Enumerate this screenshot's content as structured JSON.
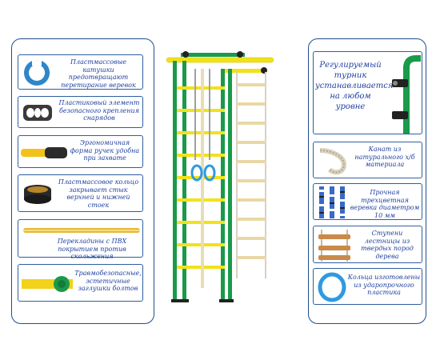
{
  "left_features": [
    {
      "icon": "blue-reel-icon",
      "text": "Пластмассовые катушки предотвращают перетирание веревок"
    },
    {
      "icon": "plastic-element-icon",
      "text": "Пластиковый элемент безопасного крепления снарядов"
    },
    {
      "icon": "handle-icon",
      "text": "Эргономичная форма ручек удобна при захвате"
    },
    {
      "icon": "plastic-ring-icon",
      "text": "Пластмассовое кольцо закрывает стык верхней и нижней стоек"
    },
    {
      "icon": "crossbar-icon",
      "text": "Перекладины с ПВХ покрытием против скольжения"
    },
    {
      "icon": "bolt-cap-icon",
      "text": "Травмобезопасные, эстетичные заглушки болтов"
    }
  ],
  "right_features": [
    {
      "icon": "pullup-bar-icon",
      "text": "Регулируемый турник устанавливается на любом уровне"
    },
    {
      "icon": "rope-icon",
      "text": "Канат из натурального х/б материала"
    },
    {
      "icon": "braided-rope-icon",
      "text": "Прочная трехцветная веревка диаметром 10 мм"
    },
    {
      "icon": "ladder-steps-icon",
      "text": "Ступени лестницы из твердых пород дерева"
    },
    {
      "icon": "blue-ring-icon",
      "text": "Кольца изготовлены из ударопрочного пластика"
    }
  ],
  "colors": {
    "frame_green": "#1a9a4a",
    "rung_yellow": "#f2e21a",
    "text_blue": "#1e3fa0",
    "border_blue": "#1d4f8c"
  }
}
